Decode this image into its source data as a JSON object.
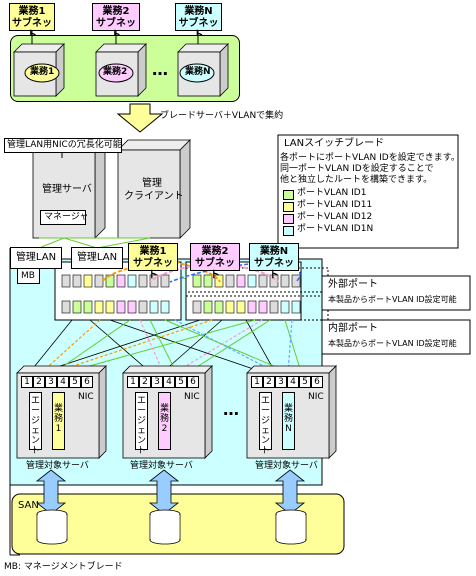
{
  "top_subnets": [
    {
      "label_line1": "業務1",
      "label_line2": "サブネット",
      "color": "#ffff99"
    },
    {
      "label_line1": "業務2",
      "label_line2": "サブネット",
      "color": "#ffccff"
    },
    {
      "label_line1": "業務N",
      "label_line2": "サブネット",
      "color": "#ccffff"
    }
  ],
  "top_servers": {
    "labels": [
      "業務1",
      "業務2",
      "業務N"
    ],
    "ellipsis": "…",
    "group_color": "#ccff99"
  },
  "arrow_caption": "ブレードサーバ＋VLANで集約",
  "admin_nic_note": "管理LAN用NICの冗長化可能",
  "admin_server": {
    "line1": "管理サーバ",
    "manager": "マネージャ"
  },
  "admin_client": {
    "line1": "管理",
    "line2": "クライアント"
  },
  "legend": {
    "title": "LANスイッチブレード",
    "desc": [
      "各ポートにポートVLAN IDを設定できます。",
      "同一ポートVLAN IDを設定することで",
      "他と独立したルートを構築できます。"
    ],
    "items": [
      {
        "label": "ポートVLAN ID1",
        "color": "#ccff99"
      },
      {
        "label": "ポートVLAN ID11",
        "color": "#ffff99"
      },
      {
        "label": "ポートVLAN ID12",
        "color": "#ffccff"
      },
      {
        "label": "ポートVLAN ID1N",
        "color": "#ccffff"
      }
    ]
  },
  "admin_lans": [
    "管理LAN",
    "管理LAN"
  ],
  "mid_subnets": [
    {
      "label_line1": "業務1",
      "label_line2": "サブネット",
      "color": "#ffff99"
    },
    {
      "label_line1": "業務2",
      "label_line2": "サブネット",
      "color": "#ffccff"
    },
    {
      "label_line1": "業務N",
      "label_line2": "サブネット",
      "color": "#ccffff"
    }
  ],
  "mb_label": "MB",
  "external_port": {
    "title": "外部ポート",
    "desc": "本製品からポートVLAN ID設定可能"
  },
  "internal_port": {
    "title": "内部ポート",
    "desc": "本製品からポートVLAN ID設定可能"
  },
  "blades": [
    {
      "ports": [
        "1",
        "2",
        "3",
        "4",
        "5",
        "6"
      ],
      "nic": "NIC",
      "agent": "エージェント",
      "app": "業務1",
      "app_color": "#ffff99",
      "caption": "管理対象サーバ"
    },
    {
      "ports": [
        "1",
        "2",
        "3",
        "4",
        "5",
        "6"
      ],
      "nic": "NIC",
      "agent": "エージェント",
      "app": "業務2",
      "app_color": "#ffccff",
      "caption": "管理対象サーバ"
    },
    {
      "ports": [
        "1",
        "2",
        "3",
        "4",
        "5",
        "6"
      ],
      "nic": "NIC",
      "agent": "エージェント",
      "app": "業務N",
      "app_color": "#ccffff",
      "caption": "管理対象サーバ"
    }
  ],
  "blade_ellipsis": "…",
  "san_label": "SAN",
  "footnote": "MB: マネージメントブレード"
}
